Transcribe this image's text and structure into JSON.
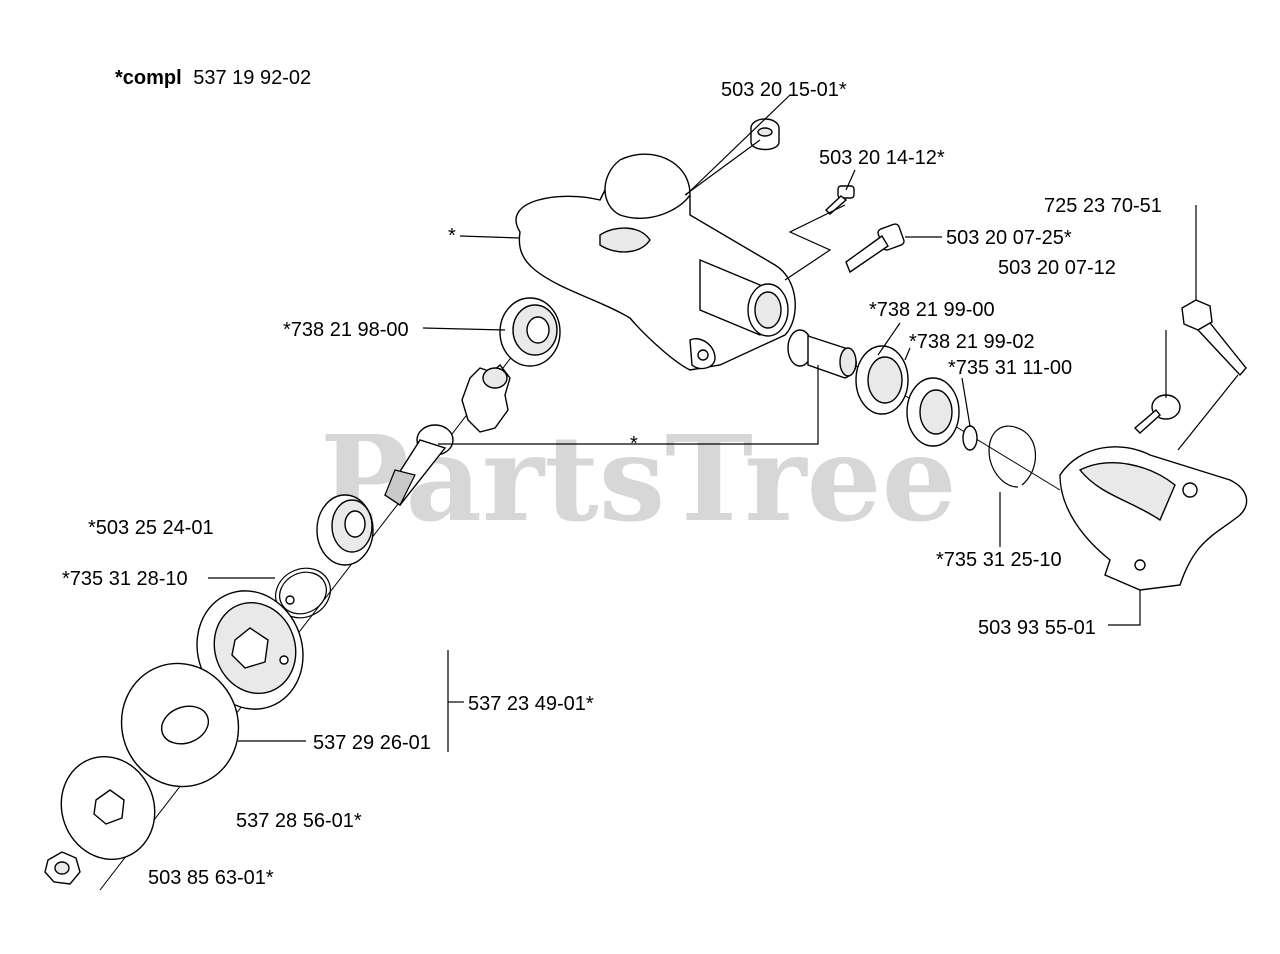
{
  "watermark": "PartsTree",
  "header": {
    "prefix": "*compl",
    "number": "537 19 92-02"
  },
  "labels": {
    "plug": "503 20 15-01*",
    "screw_small": "503 20 14-12*",
    "housing": "*",
    "screw_long_a": "503 20 07-25*",
    "screw_long_b": "503 20 07-12",
    "bolt": "725 23 70-51",
    "bearing_upper": "*738 21 98-00",
    "bearing_right_a": "*738 21 99-00",
    "bearing_right_b": "*738 21 99-02",
    "ring_small": "*735 31 11-00",
    "gear_group": "*",
    "bearing_lower": "*503 25 24-01",
    "circlip_right": "*735 31 25-10",
    "ring_lower": "*735 31 28-10",
    "guard": "503 93 55-01",
    "assembly": "537 23 49-01*",
    "disc_large": "537 29 26-01",
    "disc_small": "537 28 56-01*",
    "nut": "503 85 63-01*"
  }
}
